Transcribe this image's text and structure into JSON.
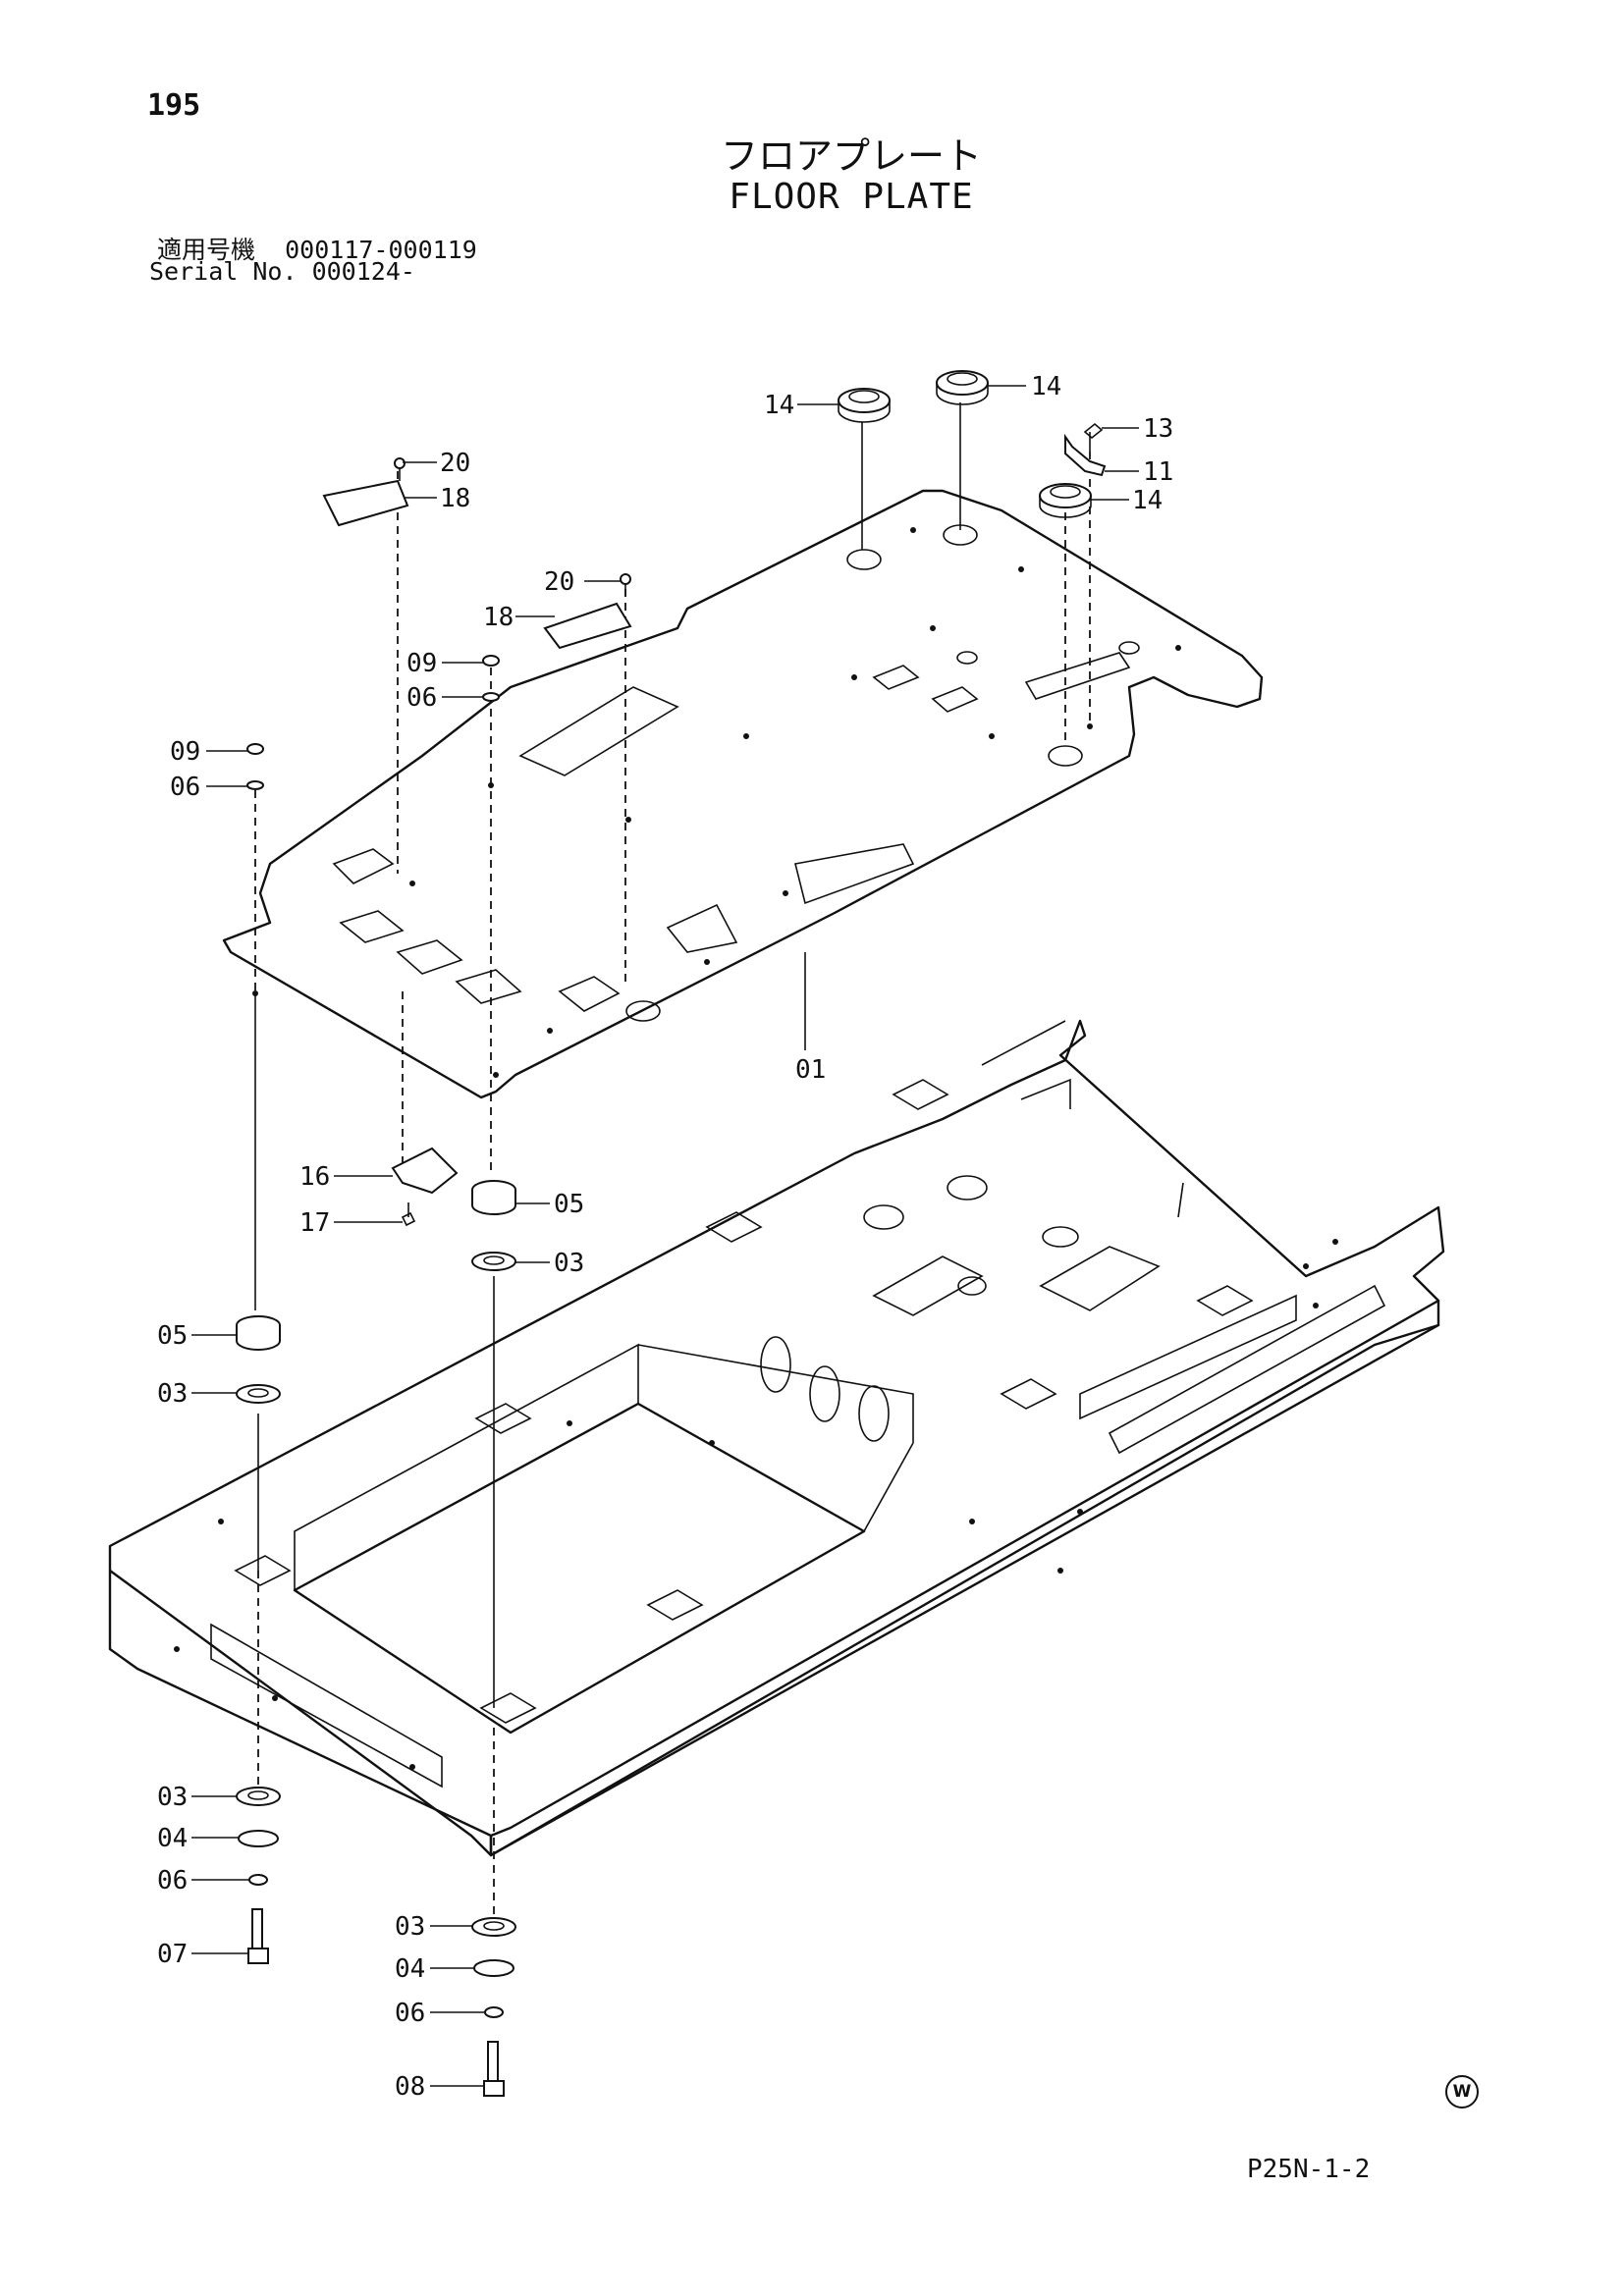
{
  "header": {
    "page_number": "195",
    "title_jp": "フロアプレート",
    "title_en": "FLOOR PLATE",
    "serial_label_jp": "適用号機",
    "serial_range_jp": "000117-000119",
    "serial_label_en": "Serial No.",
    "serial_range_en": "000124-"
  },
  "callouts": [
    {
      "id": "c-14a",
      "label": "14"
    },
    {
      "id": "c-14b",
      "label": "14"
    },
    {
      "id": "c-14c",
      "label": "14"
    },
    {
      "id": "c-13",
      "label": "13"
    },
    {
      "id": "c-11",
      "label": "11"
    },
    {
      "id": "c-20a",
      "label": "20"
    },
    {
      "id": "c-18a",
      "label": "18"
    },
    {
      "id": "c-20b",
      "label": "20"
    },
    {
      "id": "c-18b",
      "label": "18"
    },
    {
      "id": "c-09a",
      "label": "09"
    },
    {
      "id": "c-06a",
      "label": "06"
    },
    {
      "id": "c-09b",
      "label": "09"
    },
    {
      "id": "c-06b",
      "label": "06"
    },
    {
      "id": "c-01",
      "label": "01"
    },
    {
      "id": "c-16",
      "label": "16"
    },
    {
      "id": "c-05a",
      "label": "05"
    },
    {
      "id": "c-17",
      "label": "17"
    },
    {
      "id": "c-03a",
      "label": "03"
    },
    {
      "id": "c-05b",
      "label": "05"
    },
    {
      "id": "c-03b",
      "label": "03"
    },
    {
      "id": "c-03c",
      "label": "03"
    },
    {
      "id": "c-04a",
      "label": "04"
    },
    {
      "id": "c-06c",
      "label": "06"
    },
    {
      "id": "c-07",
      "label": "07"
    },
    {
      "id": "c-03d",
      "label": "03"
    },
    {
      "id": "c-04b",
      "label": "04"
    },
    {
      "id": "c-06d",
      "label": "06"
    },
    {
      "id": "c-08",
      "label": "08"
    }
  ],
  "footer": {
    "reference_code": "P25N-1-2",
    "mark_symbol": "W"
  }
}
